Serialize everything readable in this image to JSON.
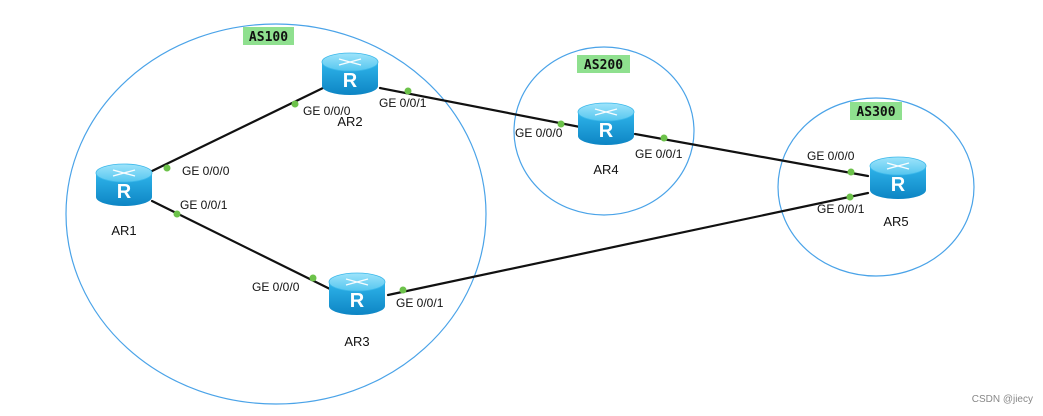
{
  "colors": {
    "as_circle": "#4aa3e8",
    "as_tag_bg": "#8fe08f",
    "link": "#111111",
    "port_dot": "#6cc24a",
    "router_top": "#6fd0f2",
    "router_body": "#1aa0dc",
    "router_dark": "#0d7fb8"
  },
  "icon": "router-icon",
  "autonomous_systems": [
    {
      "id": "as100",
      "label": "AS100"
    },
    {
      "id": "as200",
      "label": "AS200"
    },
    {
      "id": "as300",
      "label": "AS300"
    }
  ],
  "routers": [
    {
      "id": "ar1",
      "label": "AR1",
      "as": "as100"
    },
    {
      "id": "ar2",
      "label": "AR2",
      "as": "as100"
    },
    {
      "id": "ar3",
      "label": "AR3",
      "as": "as100"
    },
    {
      "id": "ar4",
      "label": "AR4",
      "as": "as200"
    },
    {
      "id": "ar5",
      "label": "AR5",
      "as": "as300"
    }
  ],
  "links": [
    {
      "from": "ar1",
      "from_port": "GE 0/0/0",
      "to": "ar2",
      "to_port": "GE 0/0/0"
    },
    {
      "from": "ar1",
      "from_port": "GE 0/0/1",
      "to": "ar3",
      "to_port": "GE 0/0/0"
    },
    {
      "from": "ar2",
      "from_port": "GE 0/0/1",
      "to": "ar4",
      "to_port": "GE 0/0/0"
    },
    {
      "from": "ar4",
      "from_port": "GE 0/0/1",
      "to": "ar5",
      "to_port": "GE 0/0/0"
    },
    {
      "from": "ar3",
      "from_port": "GE 0/0/1",
      "to": "ar5",
      "to_port": "GE 0/0/1"
    }
  ],
  "watermark": "CSDN @jiecy"
}
